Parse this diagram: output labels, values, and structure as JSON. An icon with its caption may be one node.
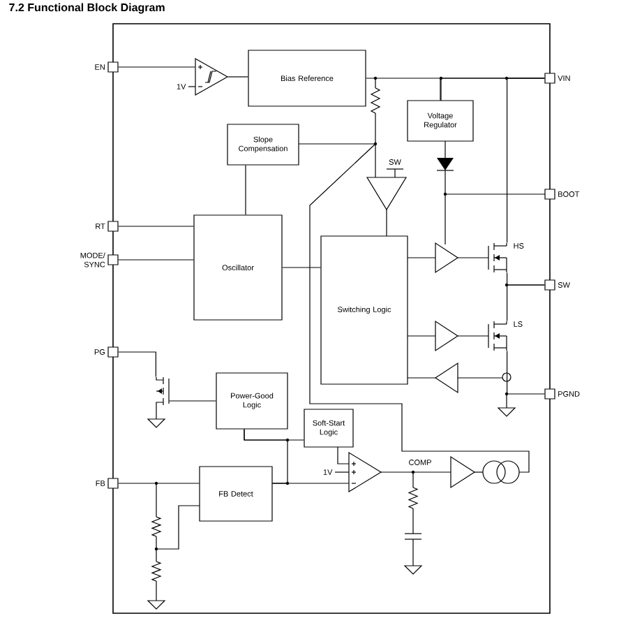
{
  "diagram": {
    "title": "7.2 Functional Block Diagram",
    "nodes": [
      {
        "text": [
          "EN"
        ]
      },
      {
        "text": [],
        "shape": "triangle"
      },
      {
        "text": [
          "Bias Reference"
        ]
      },
      {
        "text": [
          "VIN"
        ]
      },
      {
        "text": [
          "Voltage Regulator"
        ]
      },
      {
        "text": [
          "Slope Compensation"
        ]
      },
      {
        "text": [
          "BOOT"
        ]
      },
      {
        "text": [
          "RT"
        ]
      },
      {
        "text": [
          "MODE/ SYNC"
        ]
      },
      {
        "text": [
          "Oscillator"
        ]
      },
      {
        "text": [
          "Switching Logic"
        ]
      },
      {
        "text": [
          "SW"
        ]
      },
      {
        "text": [
          "PG"
        ]
      },
      {
        "text": [
          "Power-Good Logic"
        ]
      },
      {
        "text": [
          "Soft-Start Logic"
        ]
      },
      {
        "text": [
          "PGND"
        ]
      },
      {
        "text": [
          "FB"
        ]
      },
      {
        "text": [
          "FB Detect"
        ]
      },
      {
        "text": [],
        "shape": "transistor",
        "beside": [
          "HS"
        ]
      },
      {
        "text": [],
        "shape": "transistor",
        "beside": [
          "LS"
        ]
      },
      {
        "text": [],
        "shape": "transistor"
      }
    ],
    "edges": [
      {
        "from": 0,
        "to": 1,
        "arrow": "none"
      },
      {
        "from": 1,
        "to": 2,
        "arrow": "none"
      },
      {
        "from": 2,
        "to": 3,
        "arrow": "none"
      },
      {
        "from": 5,
        "to": 9,
        "arrow": "none"
      },
      {
        "from": 7,
        "to": 9,
        "arrow": "none"
      },
      {
        "from": 8,
        "to": 9,
        "arrow": "none"
      },
      {
        "from": 9,
        "to": 10,
        "arrow": "none"
      },
      {
        "from": 16,
        "to": 17,
        "arrow": "none"
      },
      {
        "from": 3,
        "to": 4,
        "arrow": "none"
      },
      {
        "from": 3,
        "to": 18,
        "arrow": "none"
      },
      {
        "from": 18,
        "to": 11,
        "arrow": "none"
      },
      {
        "from": 11,
        "to": 19,
        "arrow": "none"
      },
      {
        "from": 19,
        "to": 15,
        "arrow": "none"
      },
      {
        "from": 12,
        "to": 20,
        "arrow": "none"
      },
      {
        "from": 20,
        "to": 13,
        "arrow": "none"
      },
      {
        "from": 13,
        "to": 17,
        "arrow": "none"
      },
      {
        "from": 13,
        "to": 14,
        "arrow": "none"
      }
    ],
    "labels": [
      "1V",
      "SW",
      "COMP",
      "1V"
    ]
  }
}
